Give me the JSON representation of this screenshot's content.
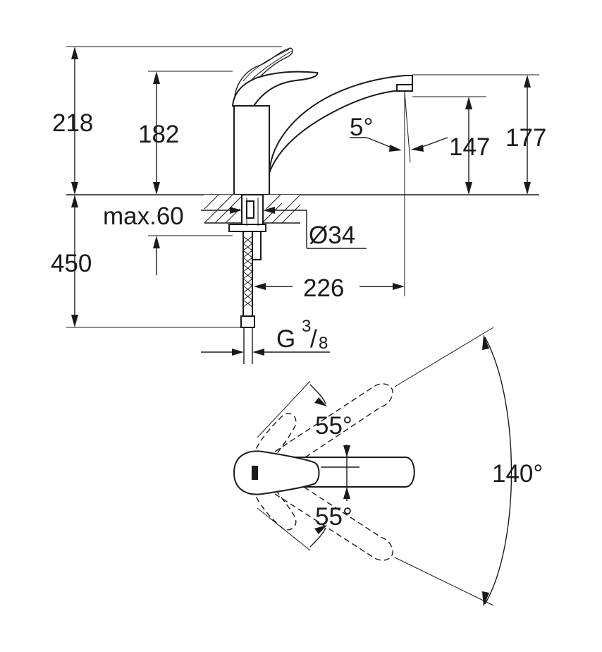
{
  "dimensions": {
    "height_total": "218",
    "height_lever": "182",
    "height_spout_top": "177",
    "height_spout_outlet": "147",
    "spout_angle": "5°",
    "deck_thickness": "max.60",
    "hole_diameter": "Ø34",
    "hose_length": "450",
    "spout_reach": "226",
    "connection_base": "G",
    "connection_num": "3",
    "connection_den": "8"
  },
  "rotation": {
    "lever_up": "55°",
    "lever_down": "55°",
    "spout_swivel": "140°"
  }
}
